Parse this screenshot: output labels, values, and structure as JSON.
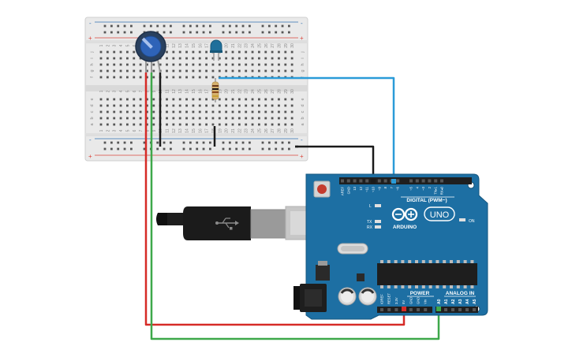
{
  "breadboard": {
    "rail_plus": "+",
    "rail_minus": "-",
    "column_numbers": [
      "1",
      "2",
      "3",
      "4",
      "5",
      "6",
      "7",
      "8",
      "9",
      "10",
      "11",
      "12",
      "13",
      "14",
      "15",
      "16",
      "17",
      "18",
      "19",
      "20",
      "21",
      "22",
      "23",
      "24",
      "25",
      "26",
      "27",
      "28",
      "29",
      "30"
    ],
    "row_letters_top": [
      "j",
      "i",
      "h",
      "g",
      "f"
    ],
    "row_letters_bottom": [
      "e",
      "d",
      "c",
      "b",
      "a"
    ]
  },
  "arduino": {
    "brand": "ARDUINO",
    "model": "UNO",
    "on_label": "ON",
    "digital_label": "DIGITAL (PWM~)",
    "power_label": "POWER",
    "analog_label": "ANALOG IN",
    "led_labels": [
      "L",
      "TX",
      "RX"
    ],
    "digital_pins": [
      "AREF",
      "GND",
      "13",
      "12",
      "~11",
      "~10",
      "~9",
      "8",
      "7",
      "~6",
      "~5",
      "4",
      "~3",
      "2",
      "TX▸1",
      "RX◂0"
    ],
    "power_pins": [
      "IOREF",
      "RESET",
      "3.3V",
      "5V",
      "GND",
      "GND",
      "Vin"
    ],
    "analog_pins": [
      "A0",
      "A1",
      "A2",
      "A3",
      "A4",
      "A5"
    ]
  },
  "colors": {
    "board_blue": "#1d6fa3",
    "wire_red": "#d62b27",
    "wire_green": "#3ea84a",
    "wire_blue": "#2a9bd8",
    "wire_black": "#1a1a1a",
    "rail_red": "#d9453b",
    "rail_blue": "#2f6fb0"
  }
}
